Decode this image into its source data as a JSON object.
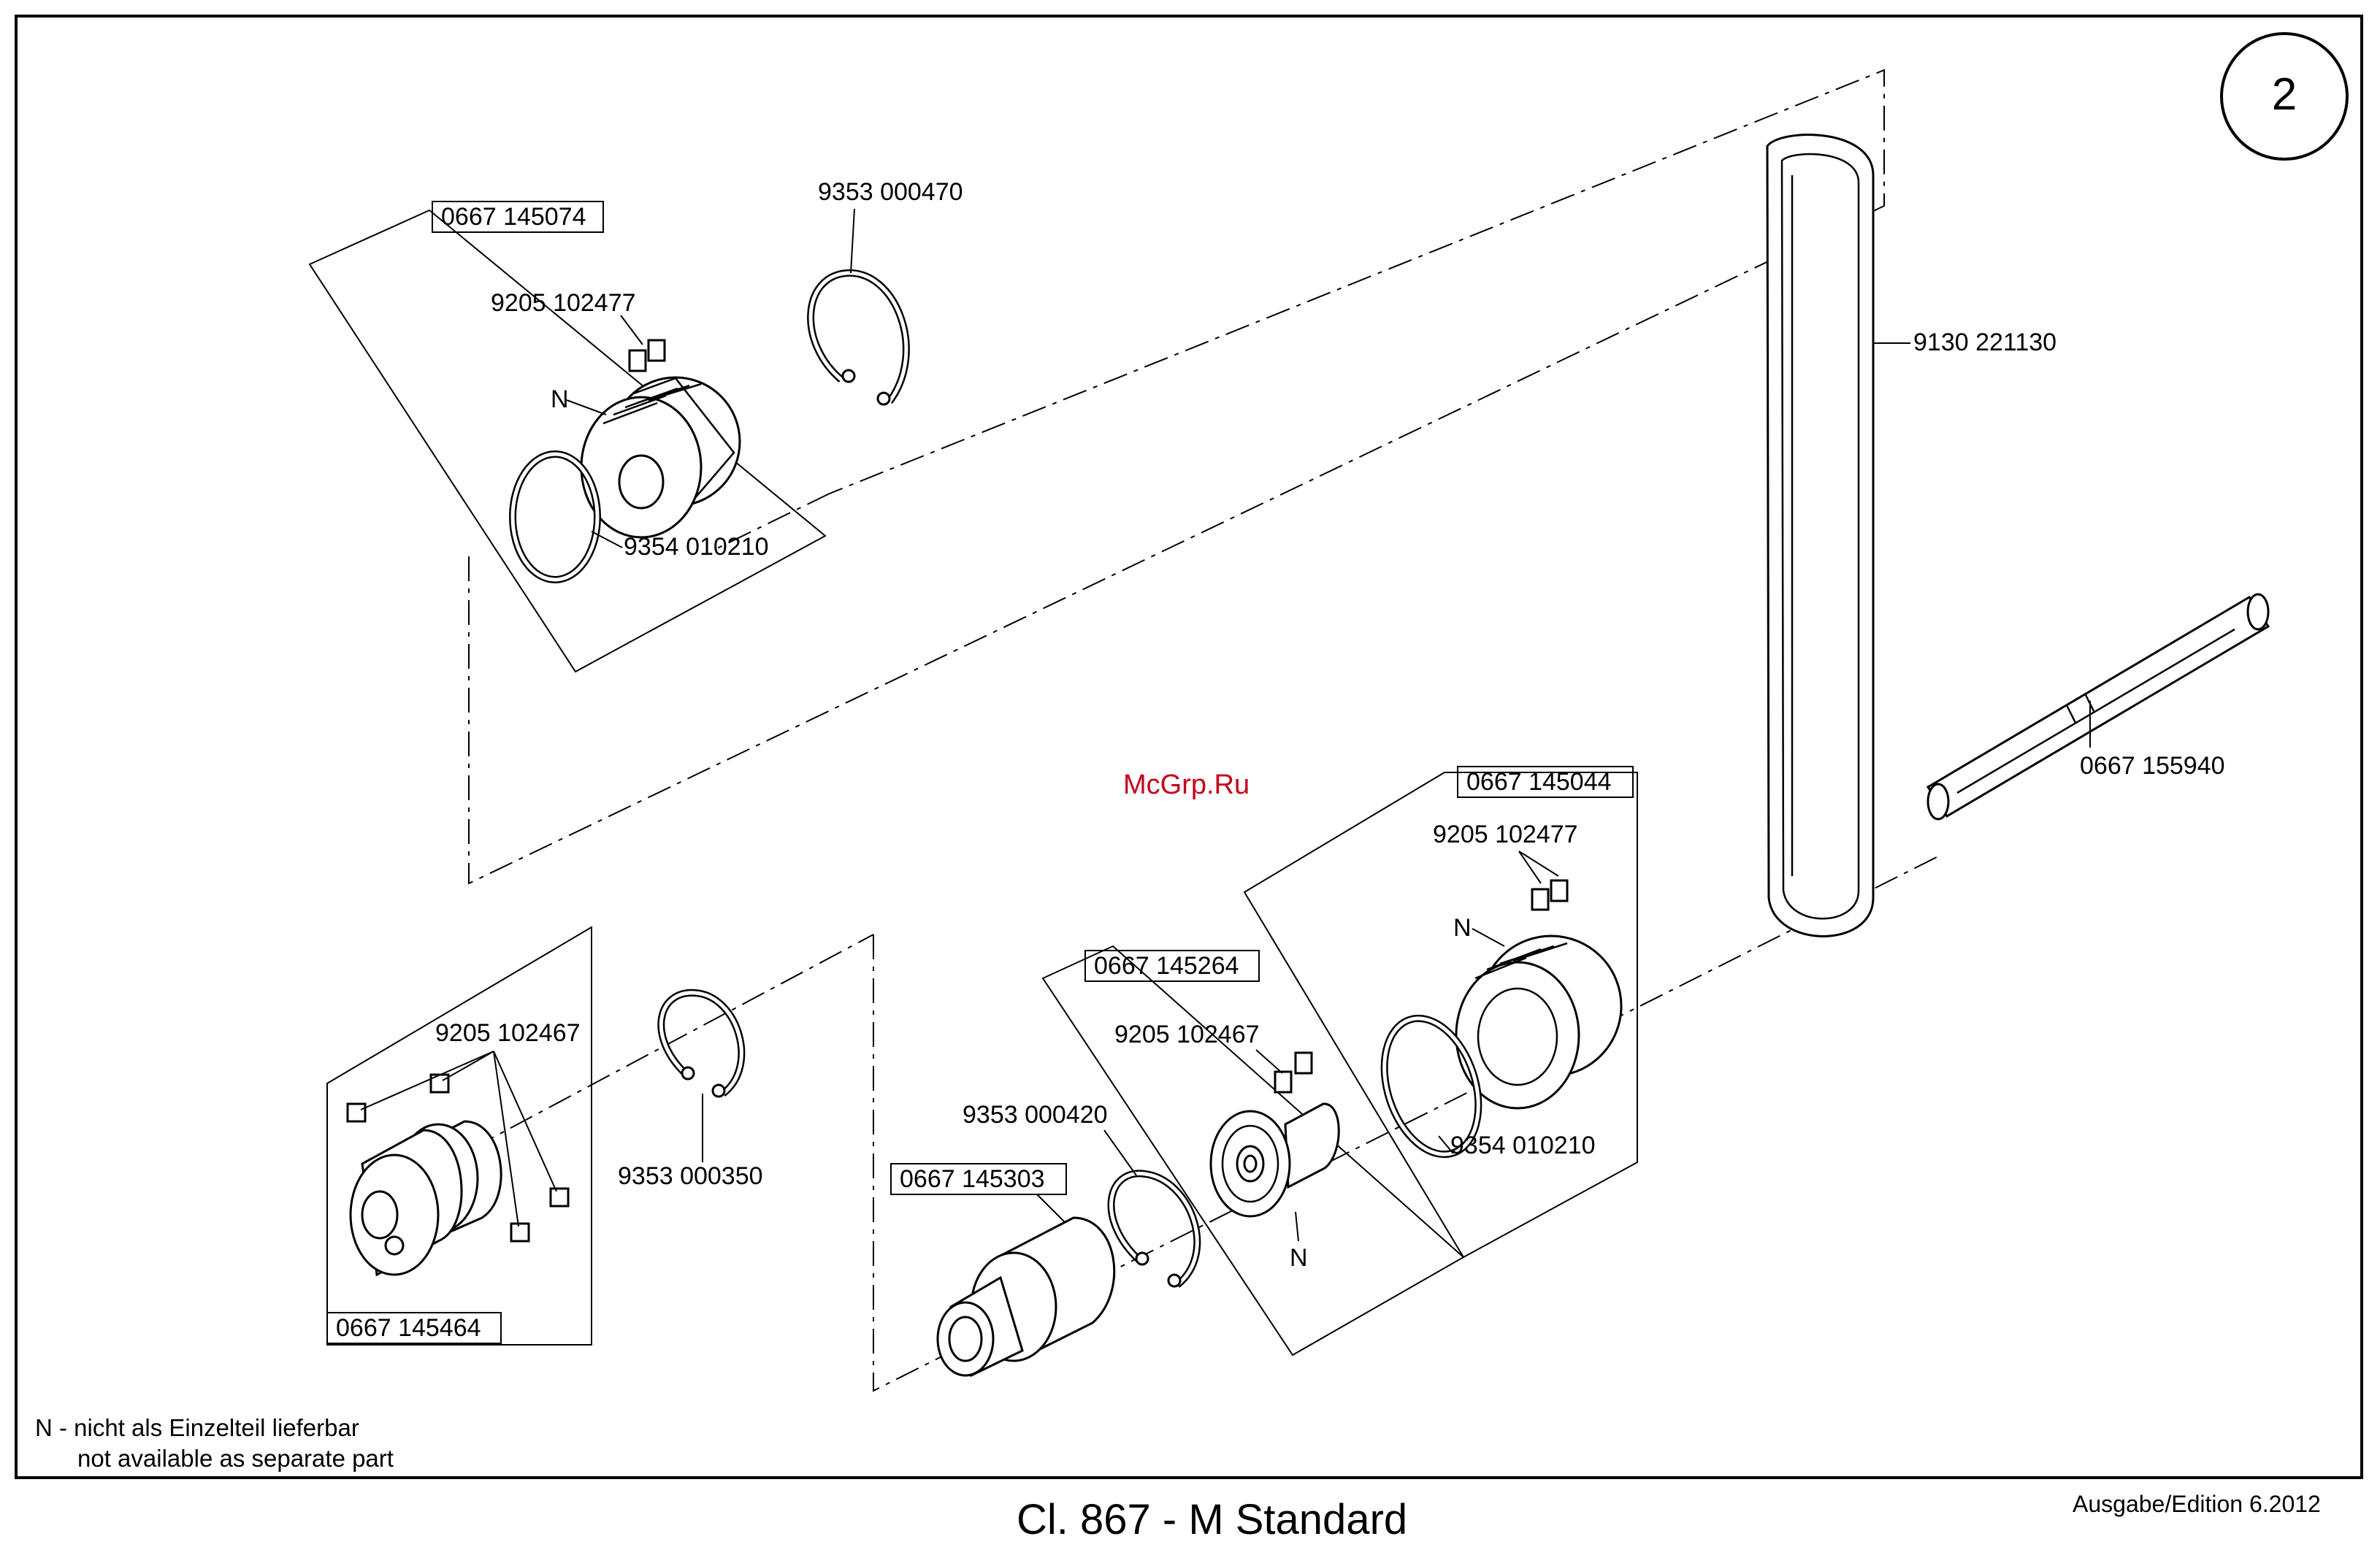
{
  "page_number": "2",
  "watermark": "McGrp.Ru",
  "part_labels": {
    "assy_top": "0667 145074",
    "screw_top": "9205 102477",
    "circlip_top": "9353 000470",
    "ring_top": "9354 010210",
    "n_top": "N",
    "belt": "9130 221130",
    "shaft": "0667 155940",
    "assy_right": "0667 145044",
    "screw_right": "9205 102477",
    "n_right": "N",
    "ring_right": "9354 010210",
    "assy_mid": "0667 145264",
    "screw_mid": "9205 102467",
    "circlip_mid": "9353 000420",
    "n_mid": "N",
    "assy_bushing": "0667 145303",
    "screw_left": "9205 102467",
    "circlip_left": "9353 000350",
    "assy_left": "0667 145464"
  },
  "note": {
    "line1": "N - nicht als Einzelteil lieferbar",
    "line2": "not available as separate part"
  },
  "title": "Cl. 867 - M Standard",
  "edition": "Ausgabe/Edition  6.2012"
}
